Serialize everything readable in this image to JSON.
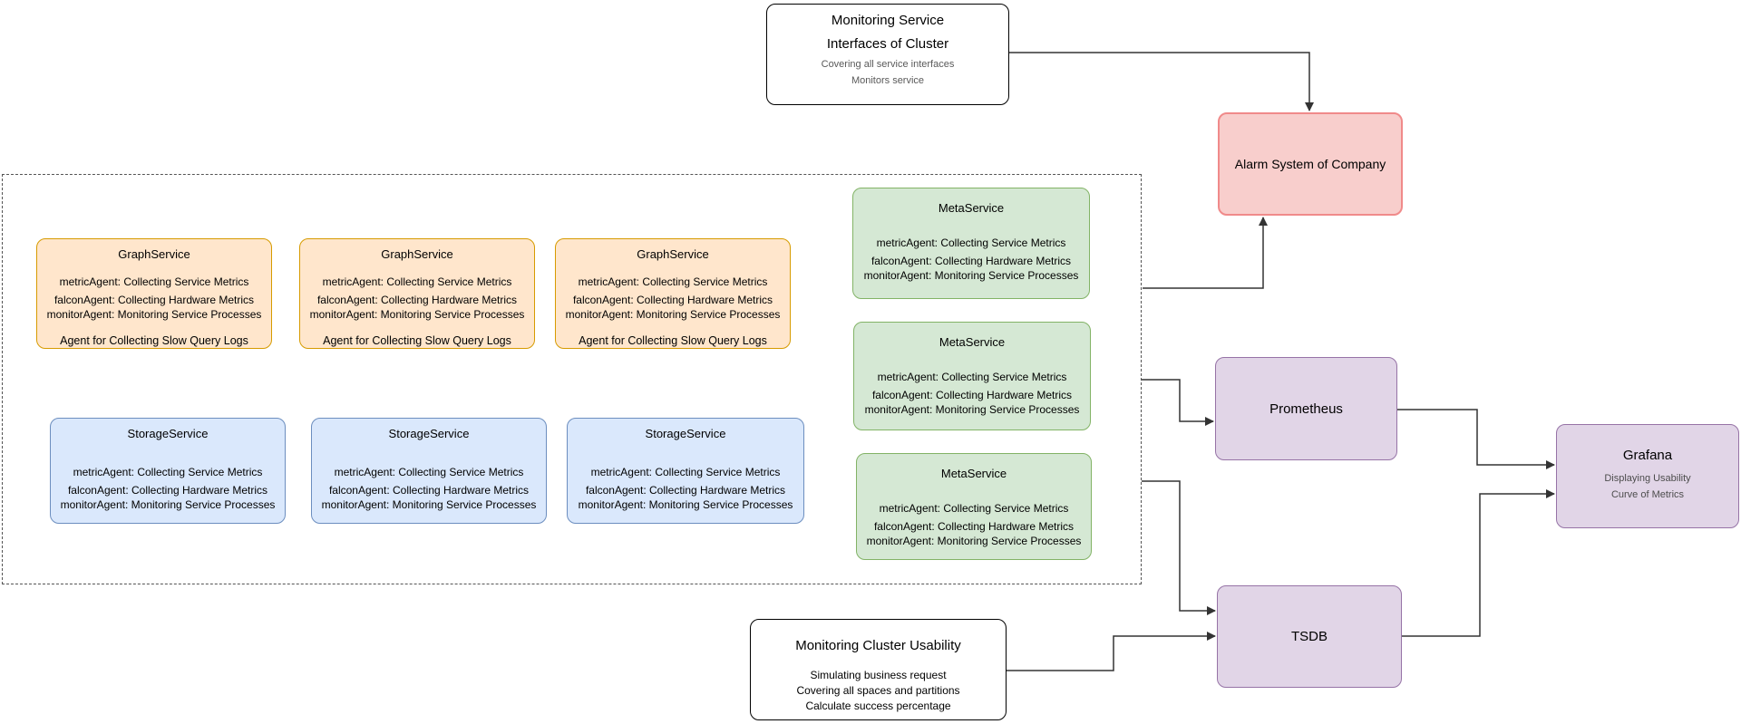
{
  "diagram": {
    "monitoring_service": {
      "title_line1": "Monitoring Service",
      "title_line2": "Interfaces of Cluster",
      "subtitle_line1": "Covering all service interfaces",
      "subtitle_line2": "Monitors service"
    },
    "alarm_system": {
      "title": "Alarm System of Company"
    },
    "cluster": {
      "graph_services": [
        {
          "title": "GraphService",
          "lines": [
            "metricAgent: Collecting Service Metrics",
            "falconAgent: Collecting Hardware Metrics",
            "monitorAgent: Monitoring Service Processes"
          ],
          "footer": "Agent for Collecting Slow Query Logs"
        },
        {
          "title": "GraphService",
          "lines": [
            "metricAgent: Collecting Service Metrics",
            "falconAgent: Collecting Hardware Metrics",
            "monitorAgent: Monitoring Service Processes"
          ],
          "footer": "Agent for Collecting Slow Query Logs"
        },
        {
          "title": "GraphService",
          "lines": [
            "metricAgent: Collecting Service Metrics",
            "falconAgent: Collecting Hardware Metrics",
            "monitorAgent: Monitoring Service Processes"
          ],
          "footer": "Agent for Collecting Slow Query Logs"
        }
      ],
      "storage_services": [
        {
          "title": "StorageService",
          "lines": [
            "metricAgent: Collecting Service Metrics",
            "falconAgent: Collecting Hardware Metrics",
            "monitorAgent: Monitoring Service Processes"
          ]
        },
        {
          "title": "StorageService",
          "lines": [
            "metricAgent: Collecting Service Metrics",
            "falconAgent: Collecting Hardware Metrics",
            "monitorAgent: Monitoring Service Processes"
          ]
        },
        {
          "title": "StorageService",
          "lines": [
            "metricAgent: Collecting Service Metrics",
            "falconAgent: Collecting Hardware Metrics",
            "monitorAgent: Monitoring Service Processes"
          ]
        }
      ],
      "meta_services": [
        {
          "title": "MetaService",
          "lines": [
            "metricAgent: Collecting Service Metrics",
            "falconAgent: Collecting Hardware Metrics",
            "monitorAgent: Monitoring Service Processes"
          ]
        },
        {
          "title": "MetaService",
          "lines": [
            "metricAgent: Collecting Service Metrics",
            "falconAgent: Collecting Hardware Metrics",
            "monitorAgent: Monitoring Service Processes"
          ]
        },
        {
          "title": "MetaService",
          "lines": [
            "metricAgent: Collecting Service Metrics",
            "falconAgent: Collecting Hardware Metrics",
            "monitorAgent: Monitoring Service Processes"
          ]
        }
      ]
    },
    "prometheus": {
      "title": "Prometheus"
    },
    "tsdb": {
      "title": "TSDB"
    },
    "grafana": {
      "title": "Grafana",
      "subtitle_line1": "Displaying Usability",
      "subtitle_line2": "Curve of Metrics"
    },
    "monitoring_cluster_usability": {
      "title": "Monitoring Cluster Usability",
      "lines": [
        "Simulating business request",
        "Covering all spaces and partitions",
        "Calculate success percentage"
      ]
    },
    "colors": {
      "graph_service_fill": "#ffe6cc",
      "graph_service_border": "#d79b00",
      "storage_service_fill": "#dae8fc",
      "storage_service_border": "#6c8ebf",
      "meta_service_fill": "#d5e8d4",
      "meta_service_border": "#82b366",
      "alarm_fill": "#f8cecc",
      "alarm_border": "#f08a8a",
      "infra_fill": "#e1d5e7",
      "infra_border": "#9673a6",
      "connector": "#333333"
    }
  }
}
